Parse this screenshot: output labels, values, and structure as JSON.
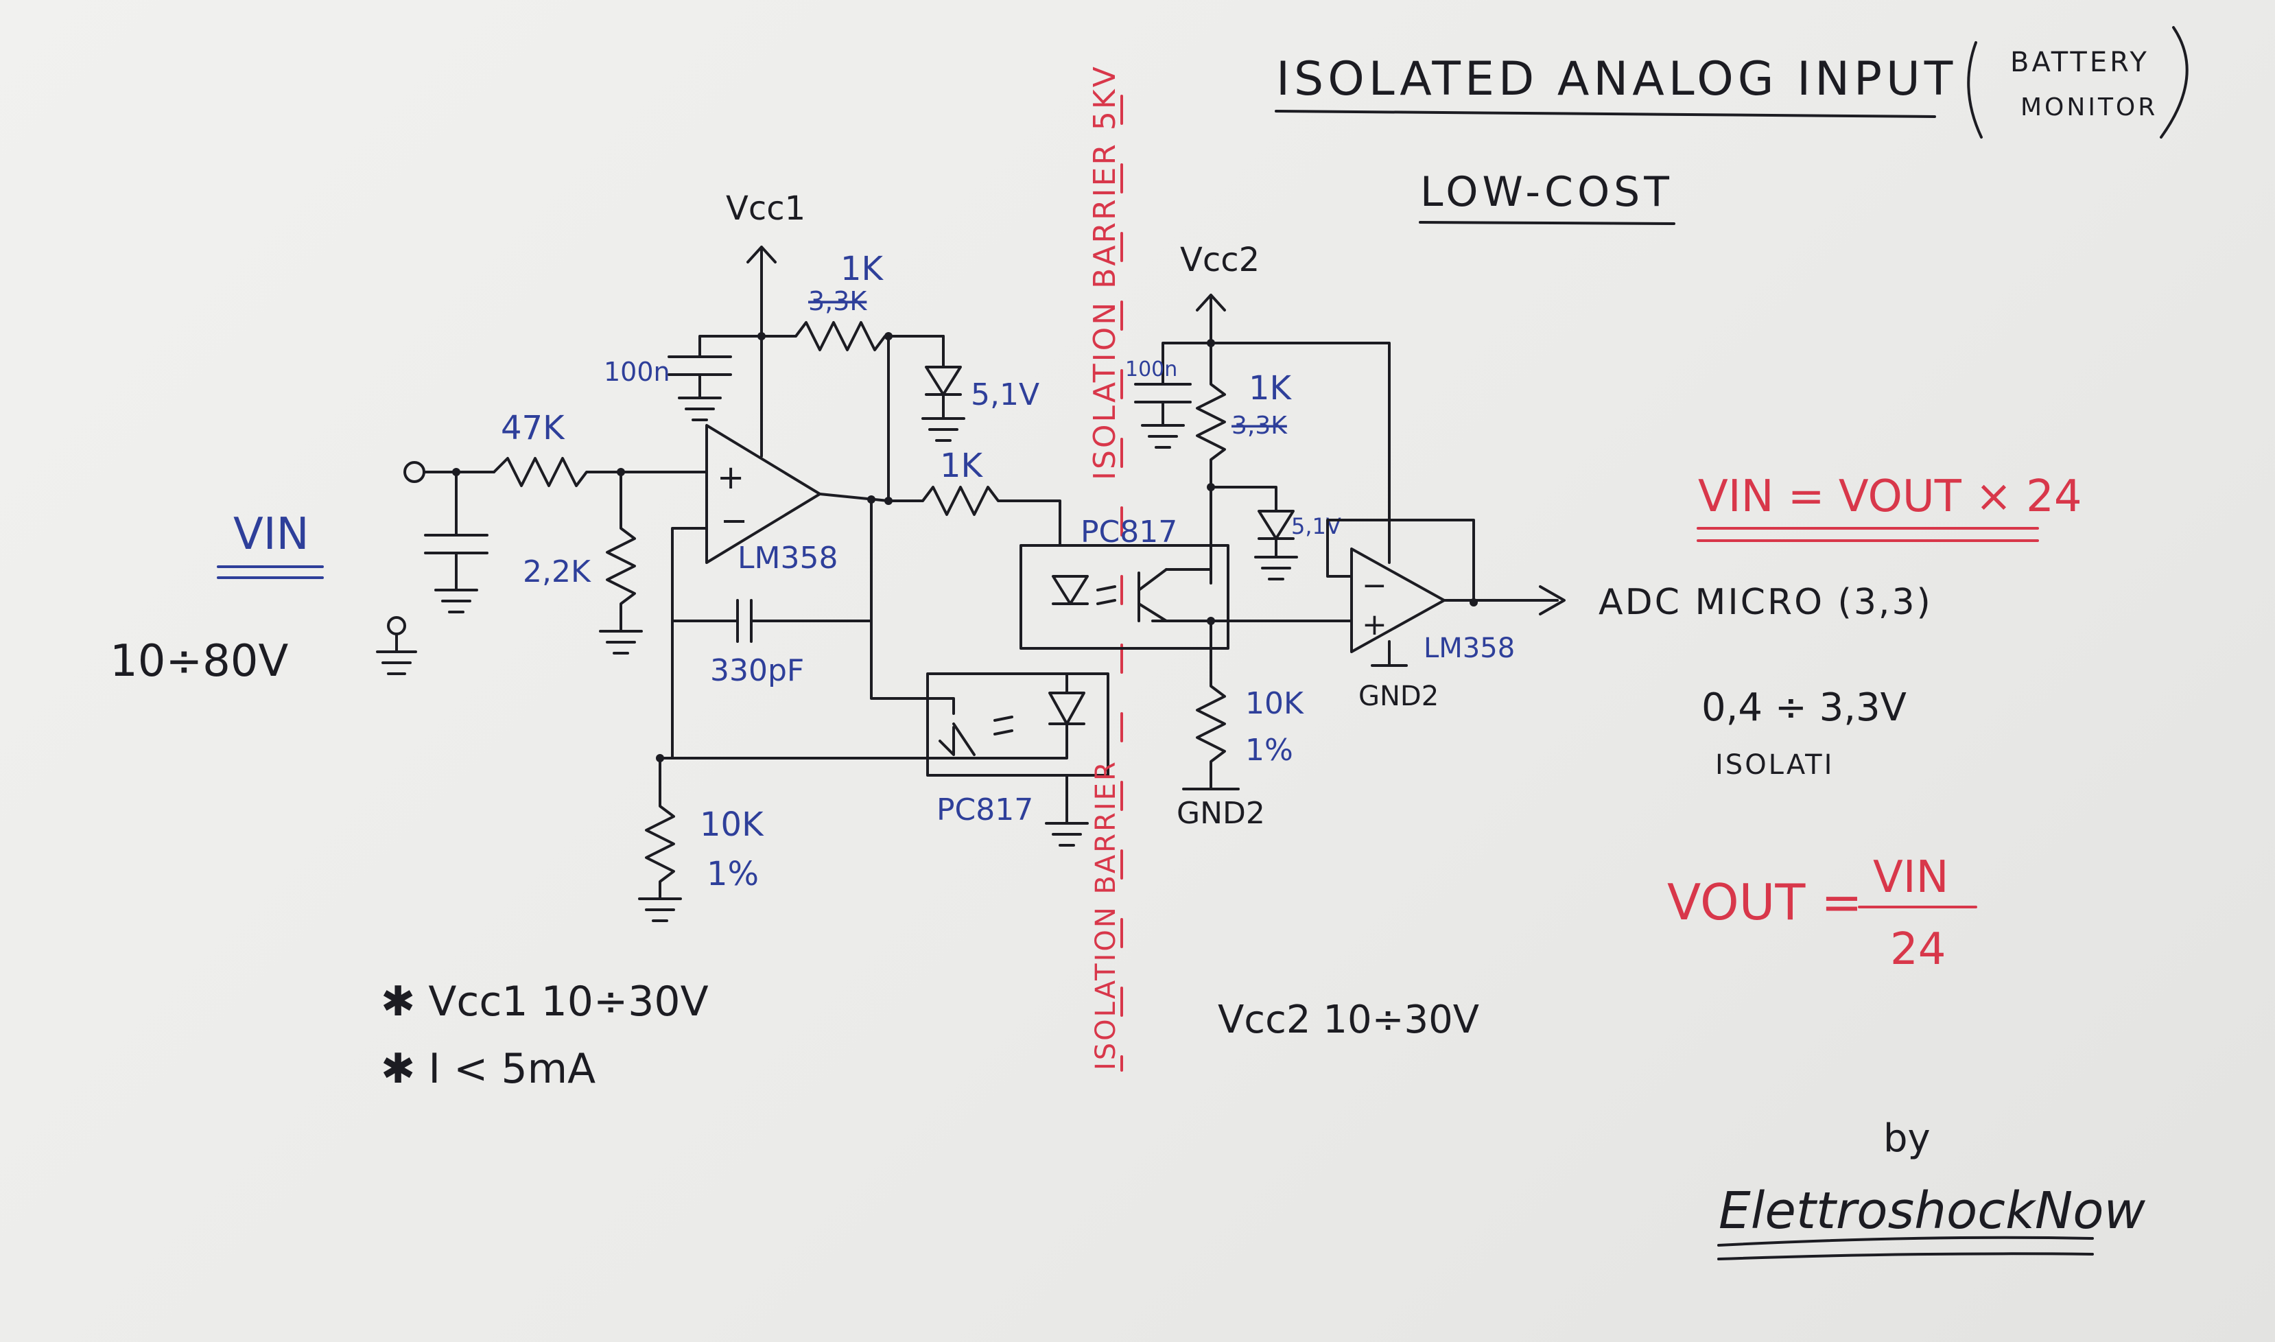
{
  "title": {
    "main": "ISOLATED ANALOG INPUT",
    "note_line1": "BATTERY",
    "note_line2": "MONITOR",
    "subtitle": "LOW-COST"
  },
  "input": {
    "label": "VIN",
    "range": "10÷80V"
  },
  "left_side": {
    "vcc_label": "Vcc1",
    "r_input": "47K",
    "r_divider": "2,2K",
    "cap_bypass": "100n",
    "r_feedback_new": "1K",
    "r_feedback_old": "3,3K",
    "zener": "5,1V",
    "r_led": "1K",
    "cap_comp": "330pF",
    "opamp": "LM358",
    "r_sense_value": "10K",
    "r_sense_tol": "1%",
    "optocoupler": "PC817"
  },
  "barrier": {
    "top_label": "ISOLATION BARRIER 5KV",
    "bottom_label": "ISOLATION BARRIER"
  },
  "right_side": {
    "vcc_label": "Vcc2",
    "cap_bypass": "100n",
    "r_pullup_new": "1K",
    "r_pullup_old": "3,3K",
    "zener": "5,1V",
    "optocoupler": "PC817",
    "r_load_value": "10K",
    "r_load_tol": "1%",
    "gnd_label": "GND2",
    "opamp_gnd": "GND2",
    "opamp": "LM358",
    "output_label": "ADC MICRO (3,3)",
    "output_range": "0,4 ÷ 3,3V",
    "output_note": "ISOLATI"
  },
  "formulas": {
    "vin_eq": "VIN = VOUT × 24",
    "vout_lhs": "VOUT =",
    "vout_num": "VIN",
    "vout_den": "24"
  },
  "notes": {
    "note1": "✱ Vcc1  10÷30V",
    "note2": "✱ I < 5mA",
    "vcc2_note": "Vcc2  10÷30V"
  },
  "signature": {
    "by": "by",
    "name": "ElettroshockNow"
  },
  "colors": {
    "ink": "#1c1c22",
    "blue_ink": "#2e3f9a",
    "red_ink": "#d8374a",
    "paper": "#eeeeec"
  }
}
